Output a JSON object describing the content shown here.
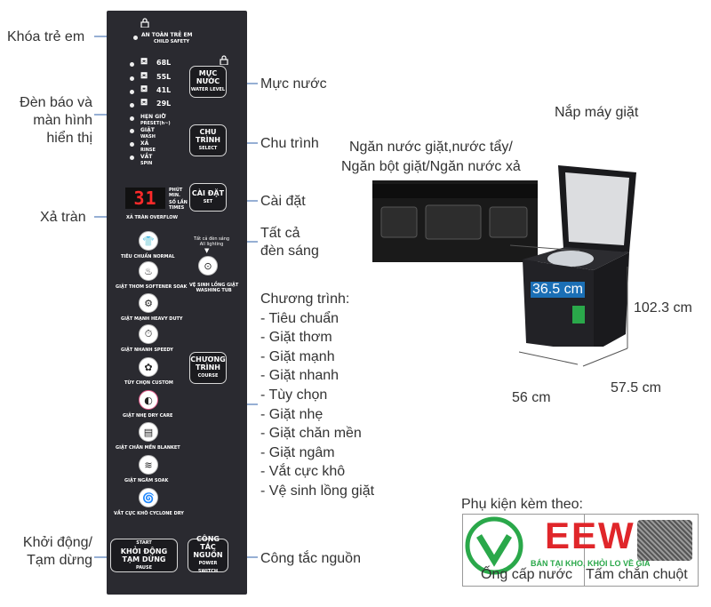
{
  "callouts": {
    "child_lock": "Khóa trẻ em",
    "indicator_display_l1": "Đèn báo và",
    "indicator_display_l2": "màn hình",
    "indicator_display_l3": "hiển thị",
    "overflow": "Xả tràn",
    "start_pause_l1": "Khởi động/",
    "start_pause_l2": "Tạm dừng",
    "water_level": "Mực nước",
    "cycle": "Chu trình",
    "setting": "Cài đặt",
    "all_lights_l1": "Tất cả",
    "all_lights_l2": "đèn sáng",
    "programs_title": "Chương trình:",
    "programs": [
      "- Tiêu chuẩn",
      "- Giặt thơm",
      "- Giặt mạnh",
      "- Giặt nhanh",
      "- Tùy chọn",
      "- Giặt nhẹ",
      "- Giặt chăn mền",
      "- Giặt ngâm",
      "- Vắt cực khô",
      "- Vệ sinh lồng giặt"
    ],
    "power_switch": "Công tắc nguồn",
    "lid": "Nắp máy giặt",
    "drawer_l1": "Ngăn nước giặt,nước tẩy/",
    "drawer_l2": "Ngăn bột giặt/Ngăn nước xả"
  },
  "panel": {
    "child_safety_vn": "AN TOÀN TRẺ EM",
    "child_safety_en": "CHILD SAFETY",
    "water_levels": [
      "68L",
      "55L",
      "41L",
      "29L"
    ],
    "timer_vn": "HẸN GIỜ",
    "timer_en": "PRESET(h~)",
    "wash_vn": "GIẶT",
    "wash_en": "WASH",
    "rinse_vn": "XẢ",
    "rinse_en": "RINSE",
    "spin_vn": "VẮT",
    "spin_en": "SPIN",
    "display_value": "31",
    "minute_vn": "PHÚT",
    "minute_en": "MIN.",
    "times_vn": "SỐ LẦN",
    "times_en": "TIMES",
    "overflow_vn": "XẢ TRÀN",
    "overflow_en": "OVERFLOW",
    "water_btn_l1": "MỰC",
    "water_btn_l2": "NƯỚC",
    "water_btn_en": "WATER LEVEL",
    "cycle_btn_l1": "CHU",
    "cycle_btn_l2": "TRÌNH",
    "cycle_btn_en": "SELECT",
    "set_btn_l1": "CÀI ĐẶT",
    "set_btn_en": "SET",
    "all_lighting_vn": "Tất cả đèn sáng",
    "all_lighting_en": "All lighting",
    "programs": [
      "TIÊU CHUẨN NORMAL",
      "GIẶT THƠM SOFTENER SOAK",
      "GIẶT MẠNH HEAVY DUTY",
      "GIẶT NHANH SPEEDY",
      "TÙY CHỌN CUSTOM",
      "GIẶT NHẸ DRY CARE",
      "GIẶT CHĂN MỀN BLANKET",
      "GIẶT NGÂM SOAK",
      "VẮT CỰC KHÔ CYCLONE DRY"
    ],
    "tub_clean_vn": "VỆ SINH LỒNG GIẶT",
    "tub_clean_en": "WASHING TUB",
    "course_btn_l1": "CHƯƠNG",
    "course_btn_l2": "TRÌNH",
    "course_btn_en": "COURSE",
    "start_btn_en1": "START",
    "start_btn_l1": "KHỞI ĐỘNG",
    "start_btn_l2": "TẠM DỪNG",
    "start_btn_en2": "PAUSE",
    "power_btn_l1": "CÔNG TẮC",
    "power_btn_l2": "NGUỒN",
    "power_btn_en": "POWER SWITCH"
  },
  "dimensions": {
    "depth_inner": "36.5 cm",
    "height": "102.3 cm",
    "width": "56 cm",
    "depth": "57.5 cm"
  },
  "accessories": {
    "title": "Phụ kiện kèm theo:",
    "item1": "Ống cấp nước",
    "item2": "Tấm chắn chuột",
    "watermark": "EEW",
    "watermark_sub": "BÁN TẠI KHO, KHỎI LO VỀ GIÁ"
  },
  "colors": {
    "panel": "#2a2a30",
    "callout_line": "#2d5fa8",
    "display_red": "#ff2a2a",
    "badge_blue": "#1b6fb5",
    "logo_green": "#2aa84a",
    "logo_red": "#e0262a"
  }
}
